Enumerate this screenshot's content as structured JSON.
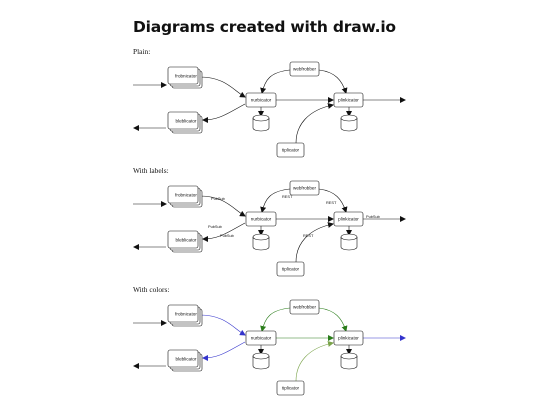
{
  "page": {
    "title": "Diagrams created with draw.io"
  },
  "sections": [
    {
      "label": "Plain:"
    },
    {
      "label": "With labels:"
    },
    {
      "label": "With colors:"
    }
  ],
  "nodes": {
    "frobnicator": "frobnicator",
    "bleblicator": "bleblicator",
    "nurbicator": "nurbicator",
    "webfrobber": "webfrobber",
    "plinkicator": "plinkicator",
    "tiplicator": "tiplicator"
  },
  "edge_labels": {
    "pubsub": "PubSub",
    "rest": "REST"
  },
  "colors": {
    "input_edges": "#3333cc",
    "webfrobber_edges": "#2a7d1a",
    "tiplicator_edge": "#7aa34a",
    "output_edge": "#3333cc"
  }
}
